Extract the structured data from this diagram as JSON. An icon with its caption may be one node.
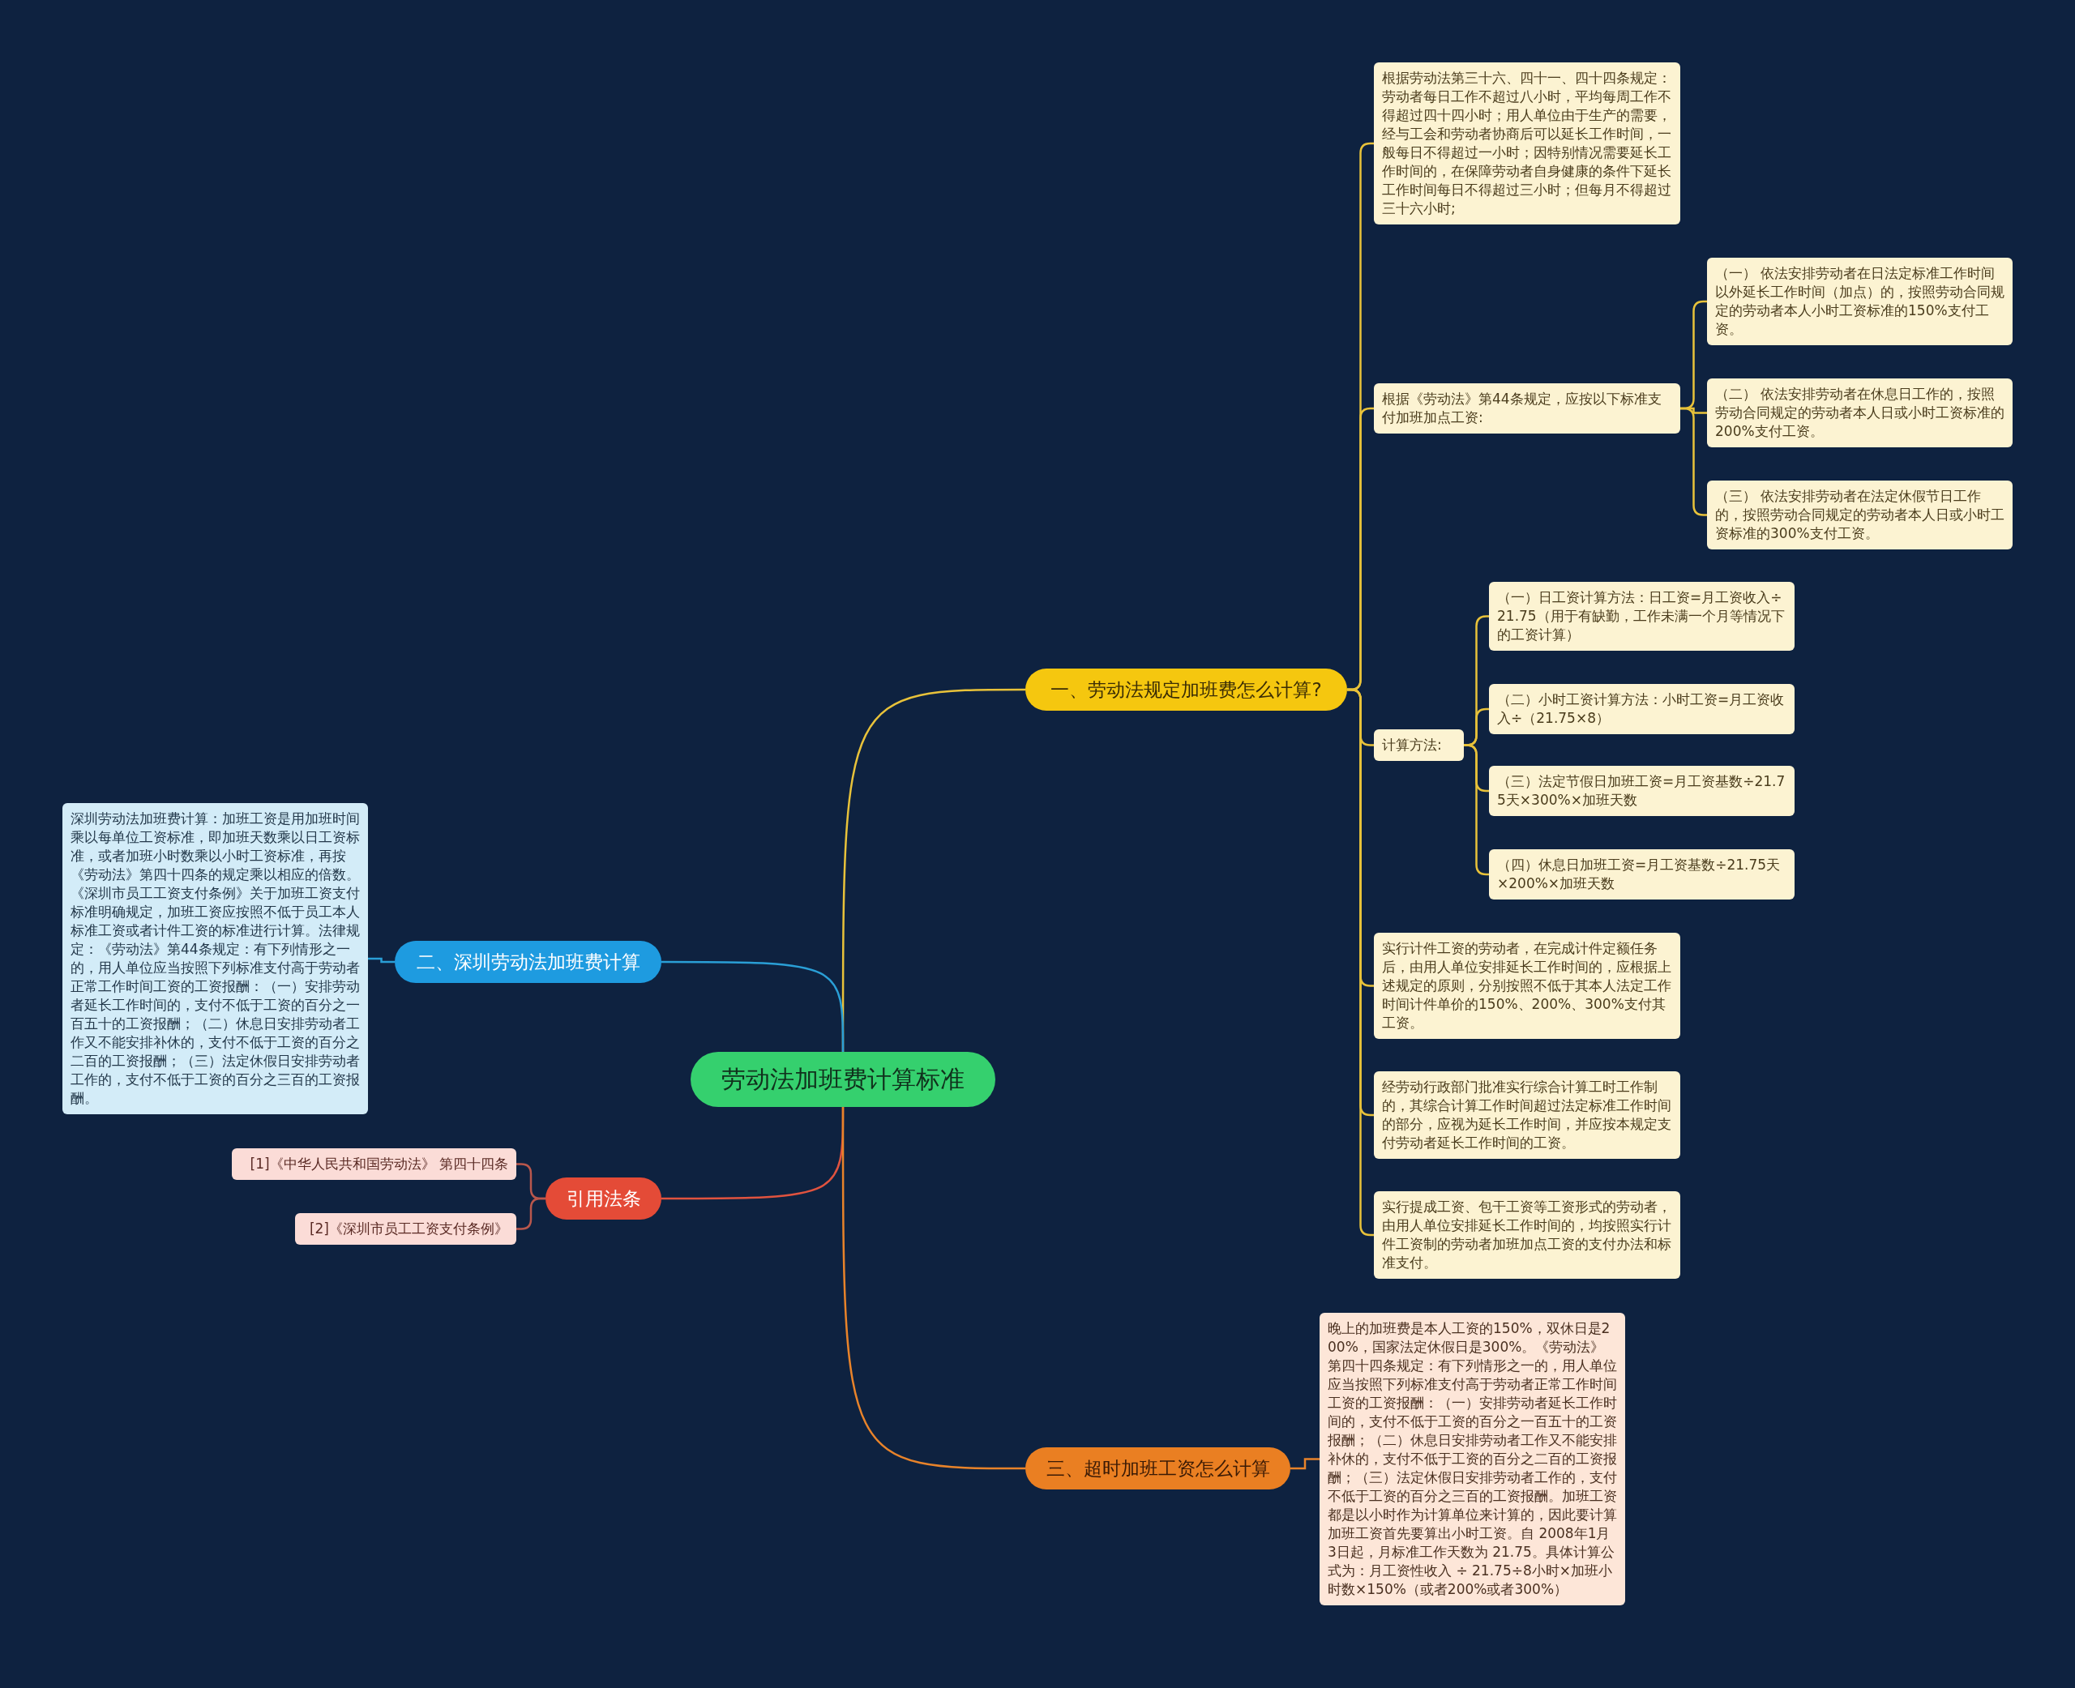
{
  "diagram": {
    "nodes": [
      {
        "text": [
          "劳动法加班费计算标准"
        ]
      },
      {
        "text": [
          "一、劳动法规定加班费怎么计算?"
        ]
      },
      {
        "text": [
          "根据劳动法第三十六、四十一、四十四条规定：劳动者每日工作不超过八小时，平均每周工作不得超过四十四小时；用人单位由于生产的需要，经与工会和劳动者协商后可以延长工作时间，一般每日不得超过一小时；因特别情况需要延长工作时间的，在保障劳动者自身健康的条件下延长工作时间每日不得超过三小时；但每月不得超过三十六小时;"
        ]
      },
      {
        "text": [
          "根据《劳动法》第44条规定，应按以下标准支付加班加点工资:"
        ]
      },
      {
        "text": [
          "（一） 依法安排劳动者在日法定标准工作时间以外延长工作时间（加点）的，按照劳动合同规定的劳动者本人小时工资标准的150%支付工资。"
        ]
      },
      {
        "text": [
          "（二） 依法安排劳动者在休息日工作的，按照劳动合同规定的劳动者本人日或小时工资标准的200%支付工资。"
        ]
      },
      {
        "text": [
          "（三） 依法安排劳动者在法定休假节日工作的，按照劳动合同规定的劳动者本人日或小时工资标准的300%支付工资。"
        ]
      },
      {
        "text": [
          "计算方法:"
        ]
      },
      {
        "text": [
          "（一）日工资计算方法：日工资=月工资收入÷21.75（用于有缺勤，工作未满一个月等情况下的工资计算）"
        ]
      },
      {
        "text": [
          "（二）小时工资计算方法：小时工资=月工资收入÷（21.75×8）"
        ]
      },
      {
        "text": [
          "（三）法定节假日加班工资=月工资基数÷21.75天×300%×加班天数"
        ]
      },
      {
        "text": [
          "（四）休息日加班工资=月工资基数÷21.75天×200%×加班天数"
        ]
      },
      {
        "text": [
          "实行计件工资的劳动者，在完成计件定额任务后，由用人单位安排延长工作时间的，应根据上述规定的原则，分别按照不低于其本人法定工作时间计件单价的150%、200%、300%支付其工资。"
        ]
      },
      {
        "text": [
          "经劳动行政部门批准实行综合计算工时工作制的，其综合计算工作时间超过法定标准工作时间的部分，应视为延长工作时间，并应按本规定支付劳动者延长工作时间的工资。"
        ]
      },
      {
        "text": [
          "实行提成工资、包干工资等工资形式的劳动者，由用人单位安排延长工作时间的，均按照实行计件工资制的劳动者加班加点工资的支付办法和标准支付。"
        ]
      },
      {
        "text": [
          "二、深圳劳动法加班费计算"
        ]
      },
      {
        "text": [
          "深圳劳动法加班费计算：加班工资是用加班时间乘以每单位工资标准，即加班天数乘以日工资标准，或者加班小时数乘以小时工资标准，再按《劳动法》第四十四条的规定乘以相应的倍数。《深圳市员工工资支付条例》关于加班工资支付标准明确规定，加班工资应按照不低于员工本人标准工资或者计件工资的标准进行计算。法律规定：《劳动法》第44条规定：有下列情形之一的，用人单位应当按照下列标准支付高于劳动者正常工作时间工资的工资报酬：（一）安排劳动者延长工作时间的，支付不低于工资的百分之一百五十的工资报酬；（二）休息日安排劳动者工作又不能安排补休的，支付不低于工资的百分之二百的工资报酬；（三）法定休假日安排劳动者工作的，支付不低于工资的百分之三百的工资报酬。"
        ]
      },
      {
        "text": [
          "引用法条"
        ]
      },
      {
        "text": [
          "[1]《中华人民共和国劳动法》 第四十四条"
        ]
      },
      {
        "text": [
          "[2]《深圳市员工工资支付条例》"
        ]
      },
      {
        "text": [
          "三、超时加班工资怎么计算"
        ]
      },
      {
        "text": [
          "晚上的加班费是本人工资的150%，双休日是200%，国家法定休假日是300%。《劳动法》第四十四条规定：有下列情形之一的，用人单位应当按照下列标准支付高于劳动者正常工作时间工资的工资报酬：（一）安排劳动者延长工作时间的，支付不低于工资的百分之一百五十的工资报酬；（二）休息日安排劳动者工作又不能安排补休的，支付不低于工资的百分之二百的工资报酬；（三）法定休假日安排劳动者工作的，支付不低于工资的百分之三百的工资报酬。加班工资都是以小时作为计算单位来计算的，因此要计算加班工资首先要算出小时工资。自 2008年1月3日起，月标准工作天数为 21.75。具体计算公式为：月工资性收入 ÷ 21.75÷8小时×加班小时数×150%（或者200%或者300%）"
        ]
      }
    ],
    "edges": [
      {
        "from": 0,
        "to": 1,
        "arrow": "none"
      },
      {
        "from": 1,
        "to": 2,
        "arrow": "none"
      },
      {
        "from": 1,
        "to": 3,
        "arrow": "none"
      },
      {
        "from": 3,
        "to": 4,
        "arrow": "none"
      },
      {
        "from": 3,
        "to": 5,
        "arrow": "none"
      },
      {
        "from": 3,
        "to": 6,
        "arrow": "none"
      },
      {
        "from": 1,
        "to": 7,
        "arrow": "none"
      },
      {
        "from": 7,
        "to": 8,
        "arrow": "none"
      },
      {
        "from": 7,
        "to": 9,
        "arrow": "none"
      },
      {
        "from": 7,
        "to": 10,
        "arrow": "none"
      },
      {
        "from": 7,
        "to": 11,
        "arrow": "none"
      },
      {
        "from": 1,
        "to": 12,
        "arrow": "none"
      },
      {
        "from": 1,
        "to": 13,
        "arrow": "none"
      },
      {
        "from": 1,
        "to": 14,
        "arrow": "none"
      },
      {
        "from": 0,
        "to": 15,
        "arrow": "none",
        "color": "#2a9fd6"
      },
      {
        "from": 15,
        "to": 16,
        "arrow": "none",
        "color": "#2a9fd6"
      },
      {
        "from": 0,
        "to": 17,
        "arrow": "none",
        "color": "#e0533f"
      },
      {
        "from": 17,
        "to": 18,
        "arrow": "none",
        "color": "#b9574c"
      },
      {
        "from": 17,
        "to": 19,
        "arrow": "none",
        "color": "#b9574c"
      },
      {
        "from": 0,
        "to": 20,
        "arrow": "none",
        "color": "#e8832a"
      },
      {
        "from": 20,
        "to": 21,
        "arrow": "none",
        "color": "#e8832a"
      }
    ]
  }
}
